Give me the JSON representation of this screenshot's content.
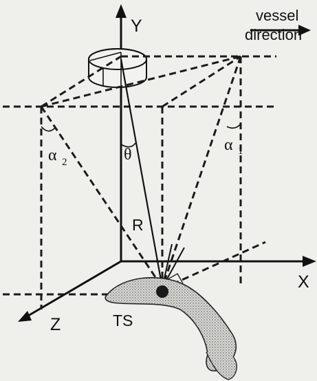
{
  "labels": {
    "y_axis": "Y",
    "x_axis": "X",
    "z_axis": "Z",
    "vessel_direction_line1": "vessel",
    "vessel_direction_line2": "direction",
    "theta": "θ",
    "alpha1": "α",
    "alpha1_sub": "1",
    "alpha2": "α",
    "alpha2_sub": "2",
    "range": "R",
    "target": "TS"
  },
  "colors": {
    "background": "#efefec",
    "ink": "#111111",
    "fish_fill": "#c8c8c4"
  },
  "icons": {
    "transducer": "transducer-cylinder-icon",
    "fish": "fish-icon",
    "arrow": "arrow-right-icon"
  }
}
